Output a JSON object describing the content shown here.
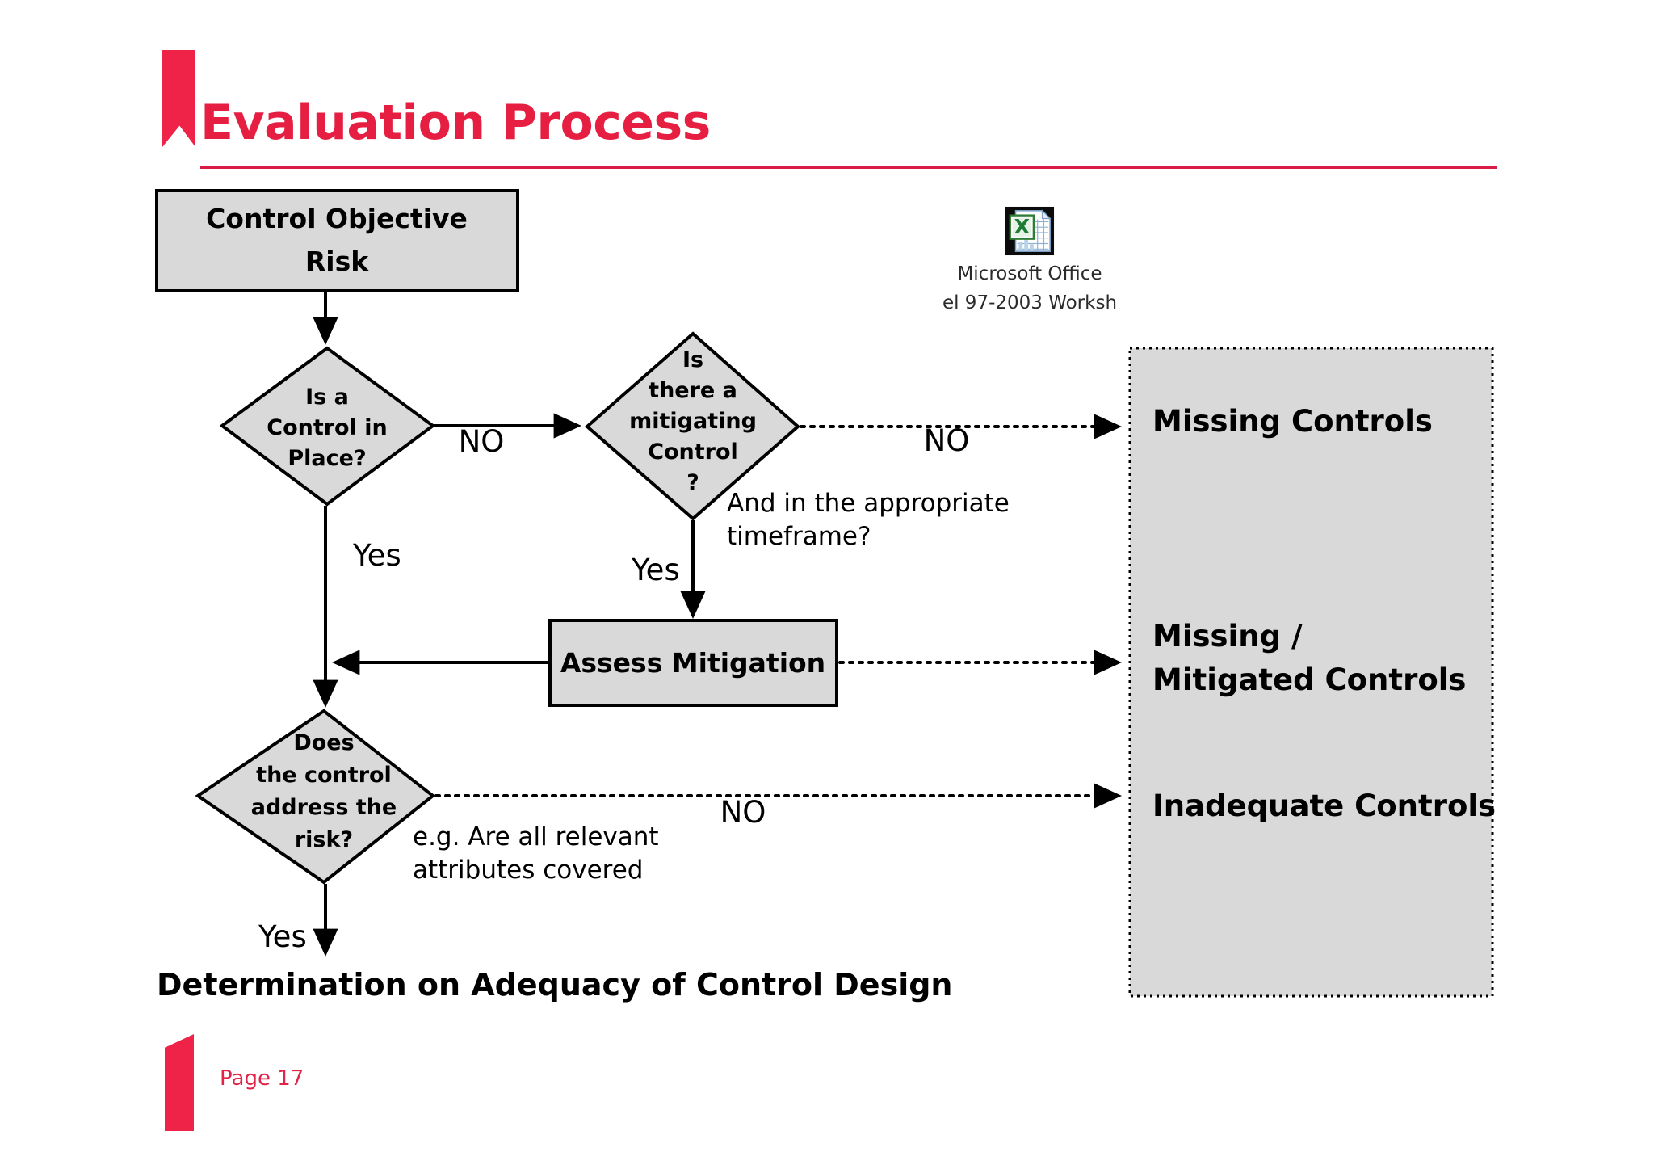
{
  "slide": {
    "title": "Evaluation Process",
    "page_label": "Page 17",
    "accent_color": "#E61E41",
    "node_fill": "#D9D9D9"
  },
  "embedded_object": {
    "icon": "excel-worksheet-icon",
    "caption_line1": "Microsoft Office",
    "caption_line2": "el 97-2003 Worksh"
  },
  "flow": {
    "start_box": {
      "line1": "Control Objective",
      "line2": "Risk"
    },
    "decision_1": {
      "line1": "Is a",
      "line2": "Control in",
      "line3": "Place?"
    },
    "decision_2": {
      "line1": "Is",
      "line2": "there a",
      "line3": "mitigating",
      "line4": "Control",
      "line5": "?"
    },
    "decision_3": {
      "line1": "Does",
      "line2": "the control",
      "line3": "address the",
      "line4": "risk?"
    },
    "process_box": {
      "label": "Assess Mitigation"
    },
    "edge_labels": {
      "d1_no": "NO",
      "d1_yes": "Yes",
      "d2_no": "NO",
      "d2_yes": "Yes",
      "d3_no": "NO",
      "d3_yes": "Yes"
    },
    "notes": {
      "timeframe_line1": "And in the appropriate",
      "timeframe_line2": "timeframe?",
      "attributes_line1": "e.g. Are all relevant",
      "attributes_line2": "attributes covered"
    },
    "final_statement": "Determination on Adequacy of Control Design"
  },
  "outcomes_panel": {
    "items": [
      {
        "label": "Missing Controls"
      },
      {
        "label_line1": "Missing /",
        "label_line2": "Mitigated Controls"
      },
      {
        "label": "Inadequate Controls"
      }
    ]
  }
}
